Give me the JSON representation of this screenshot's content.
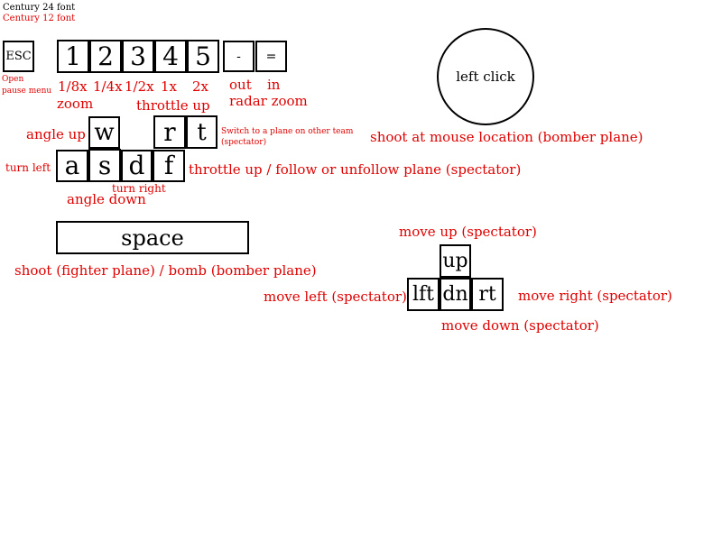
{
  "legend": {
    "big_font": "Century 24 font",
    "small_font": "Century 12 font"
  },
  "keys": {
    "esc": "ESC",
    "n1": "1",
    "n2": "2",
    "n3": "3",
    "n4": "4",
    "n5": "5",
    "minus": "-",
    "equals": "=",
    "w": "w",
    "r": "r",
    "t": "t",
    "a": "a",
    "s": "s",
    "d": "d",
    "f": "f",
    "space": "space",
    "up": "up",
    "left": "lft",
    "down": "dn",
    "right": "rt",
    "left_click": "left click"
  },
  "labels": {
    "esc_line1": "Open",
    "esc_line2": "pause menu",
    "zoom_18": "1/8x",
    "zoom_14": "1/4x",
    "zoom_12": "1/2x",
    "zoom_1": "1x",
    "zoom_2": "2x",
    "zoom": "zoom",
    "throttle_up": "throttle up",
    "out": "out",
    "in": "in",
    "radar_zoom": "radar zoom",
    "angle_up": "angle up",
    "switch_line1": "Switch to a plane on other team",
    "switch_line2": "(spectator)",
    "shoot_mouse": "shoot at mouse location (bomber plane)",
    "turn_left": "turn left",
    "turn_right": "turn right",
    "angle_down": "angle down",
    "throttle_follow": "throttle up / follow or unfollow plane (spectator)",
    "shoot_space": "shoot (fighter plane) / bomb (bomber plane)",
    "move_up": "move up (spectator)",
    "move_left": "move left (spectator)",
    "move_right": "move right (spectator)",
    "move_down": "move down (spectator)"
  },
  "colors": {
    "label": "#e00000",
    "key_border": "#000000"
  }
}
